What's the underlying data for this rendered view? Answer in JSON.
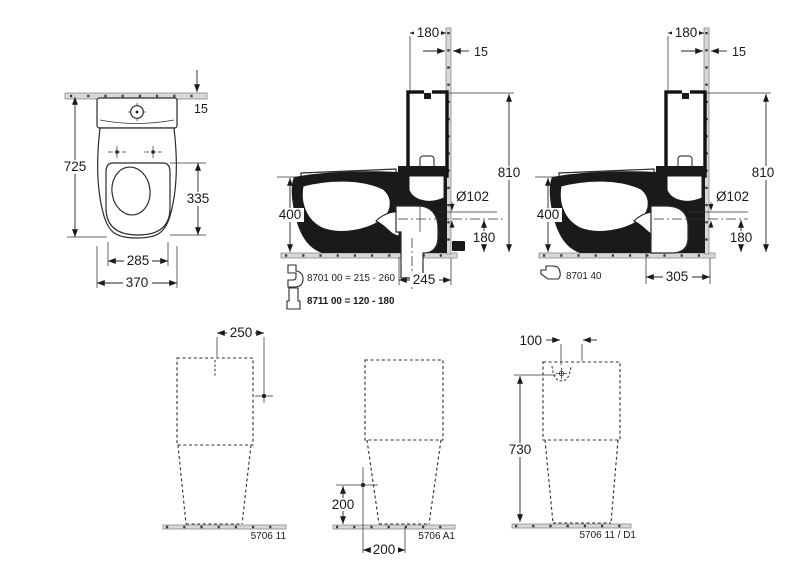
{
  "drawing": {
    "type": "technical-dimension-drawing",
    "subject": "close-coupled floor-standing WC combination",
    "colors": {
      "line": "#2b2b2b",
      "text": "#1a1a1a",
      "surface_gray": "#d8d8d8",
      "background": "#ffffff"
    }
  },
  "front_view": {
    "wall_gap": "15",
    "total_height": "725",
    "seat_length": "335",
    "seat_width": "285",
    "bowl_width": "370"
  },
  "side_view_vertical_outlet": {
    "cistern_depth": "180",
    "wall_thickness": "15",
    "total_height": "810",
    "bowl_height": "400",
    "outlet_diameter": "Ø102",
    "outlet_height": "180",
    "outlet_offset": "245",
    "note_p_trap": "8701 00 = 215 - 260",
    "note_s_trap": "8711 00 = 120 - 180"
  },
  "side_view_horizontal_outlet": {
    "cistern_depth": "180",
    "wall_thickness": "15",
    "total_height": "810",
    "bowl_height": "400",
    "outlet_diameter": "Ø102",
    "outlet_height": "180",
    "outlet_offset": "305",
    "note_outlet": "8701 40"
  },
  "bottom_view_1": {
    "supply_offset": "250",
    "model": "5706 11"
  },
  "bottom_view_2": {
    "supply_height": "200",
    "supply_offset": "200",
    "model": "5706 A1"
  },
  "bottom_view_3": {
    "inlet_offset": "100",
    "inlet_height": "730",
    "model": "5706 11 / D1"
  }
}
